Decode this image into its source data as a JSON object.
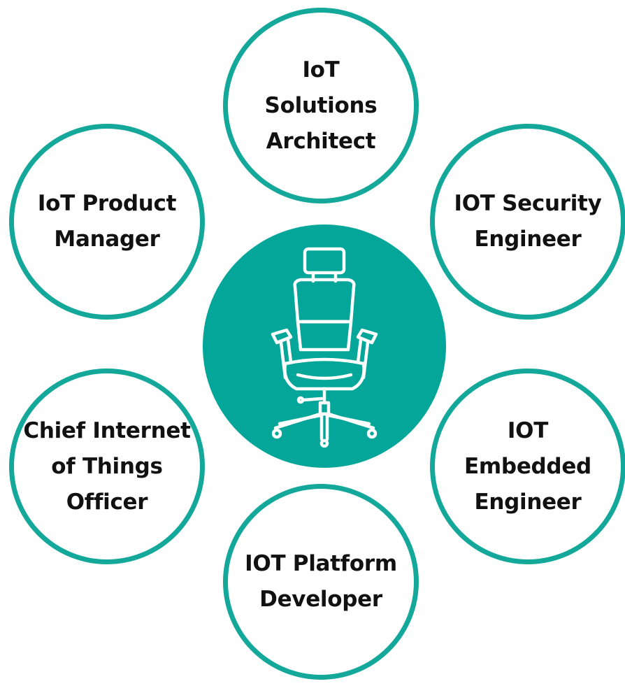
{
  "diagram": {
    "center_icon": "office-chair-icon",
    "colors": {
      "accent": "#14a89a",
      "hub_fill": "#03a699",
      "text": "#111111",
      "background": "#ffffff"
    },
    "roles": [
      {
        "label": "IoT\nSolutions\nArchitect"
      },
      {
        "label": "IoT Product\nManager"
      },
      {
        "label": "IOT Security\nEngineer"
      },
      {
        "label": "Chief Internet\nof Things\nOfficer"
      },
      {
        "label": "IOT\nEmbedded\nEngineer"
      },
      {
        "label": "IOT Platform\nDeveloper"
      }
    ]
  }
}
